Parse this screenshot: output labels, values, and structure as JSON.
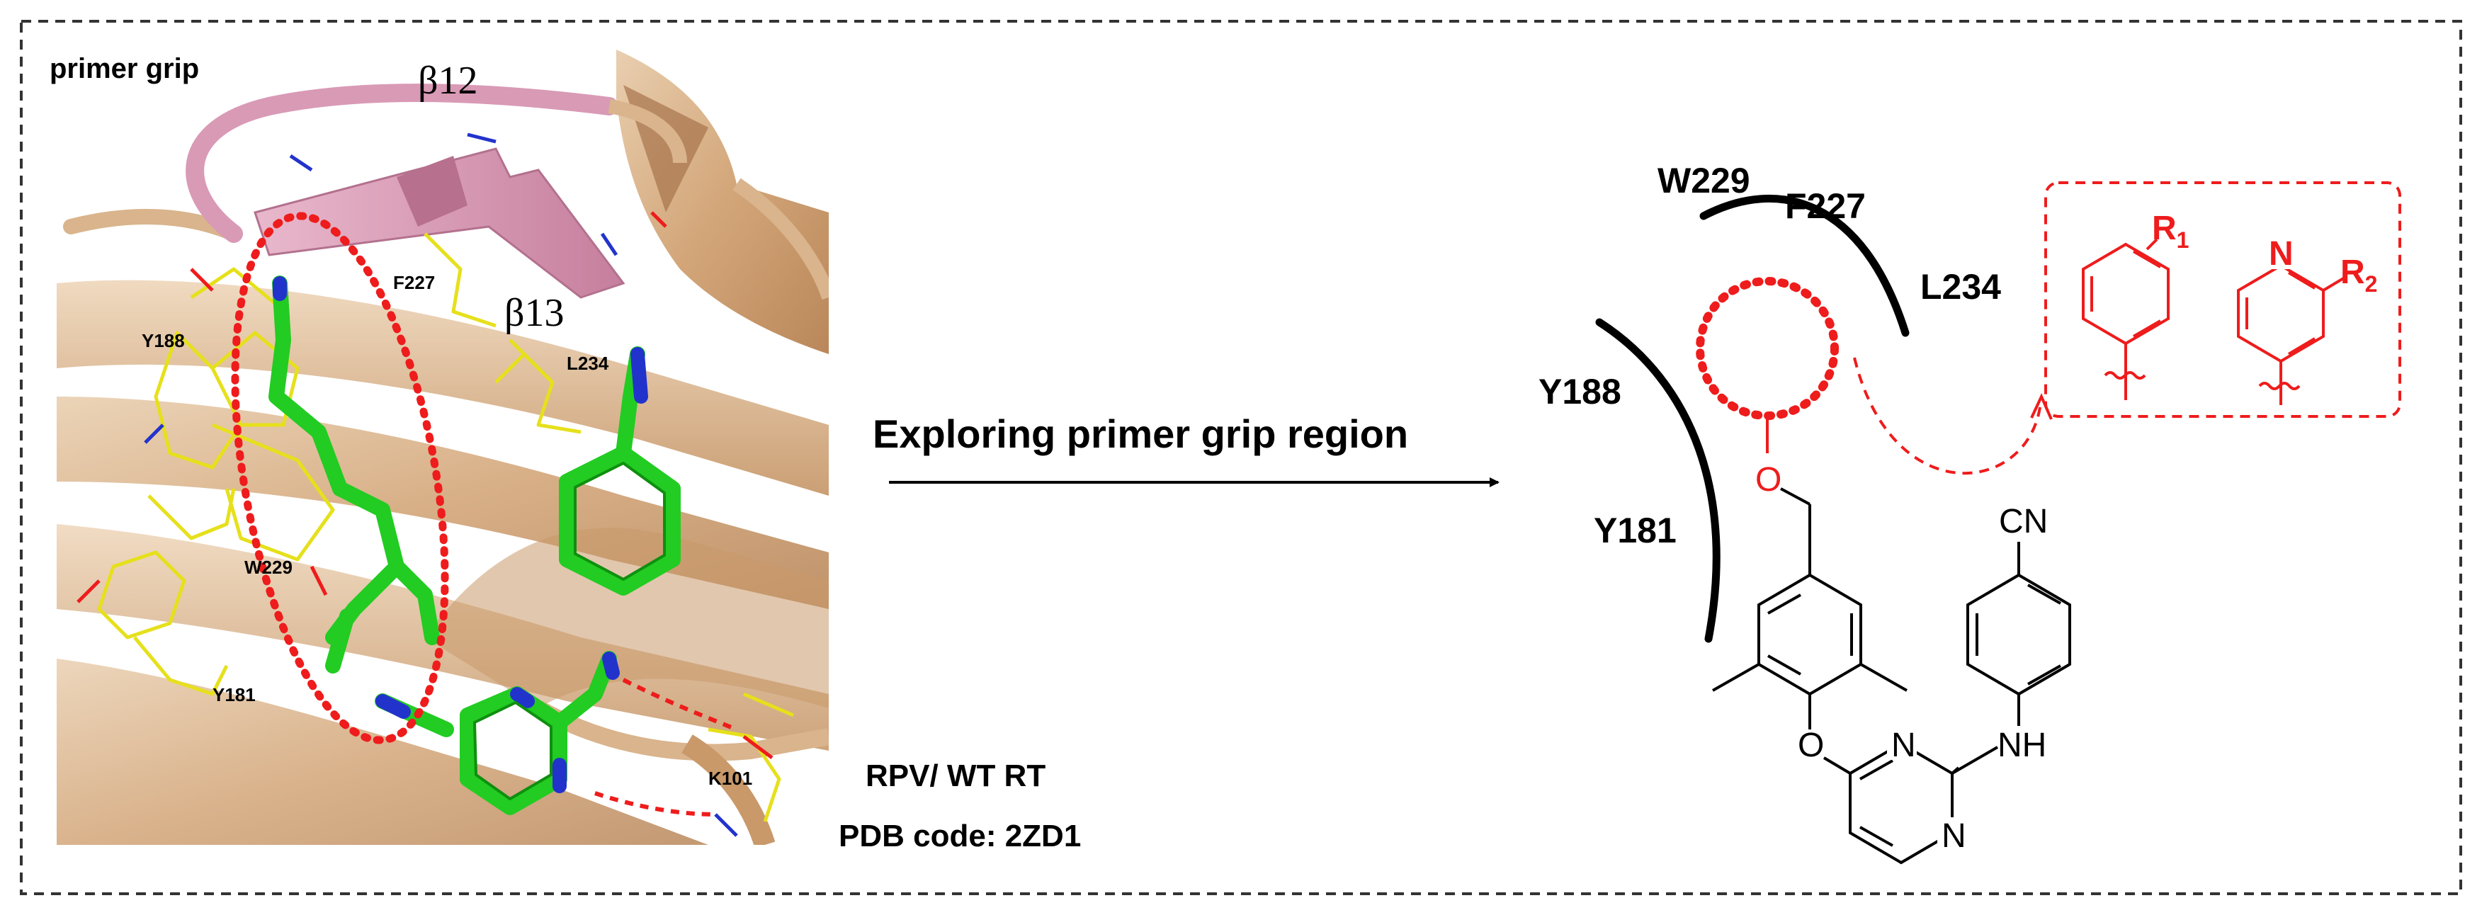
{
  "left_panel": {
    "title": "primer grip",
    "beta_top": "β12",
    "beta_mid": "β13",
    "residues": {
      "f227": "F227",
      "y188": "Y188",
      "l234": "L234",
      "w229": "W229",
      "y181": "Y181",
      "k101": "K101"
    },
    "caption_line1": "RPV/ WT RT",
    "caption_line2": "PDB code: 2ZD1"
  },
  "arrow_label": "Exploring primer grip region",
  "right_panel": {
    "residues": {
      "w229": "W229",
      "f227": "F227",
      "l234": "L234",
      "y188": "Y188",
      "y181": "Y181"
    },
    "atoms": {
      "oxygen_ether": "O",
      "oxygen_link": "O",
      "cyano": "CN",
      "amine": "NH",
      "n_top": "N",
      "n_bottom": "N",
      "pyridine_n": "N"
    },
    "substituents": {
      "r1": "R",
      "r1_sub": "1",
      "r2": "R",
      "r2_sub": "2"
    }
  },
  "colors": {
    "frame": "#333333",
    "accent_red": "#ee1c1c",
    "ligand_green": "#22cc22",
    "nitrogen_blue": "#2233cc",
    "sidechain_yellow": "#e6e01c",
    "protein_tan": "#d9b48c",
    "loop_pink": "#d99ab6"
  }
}
